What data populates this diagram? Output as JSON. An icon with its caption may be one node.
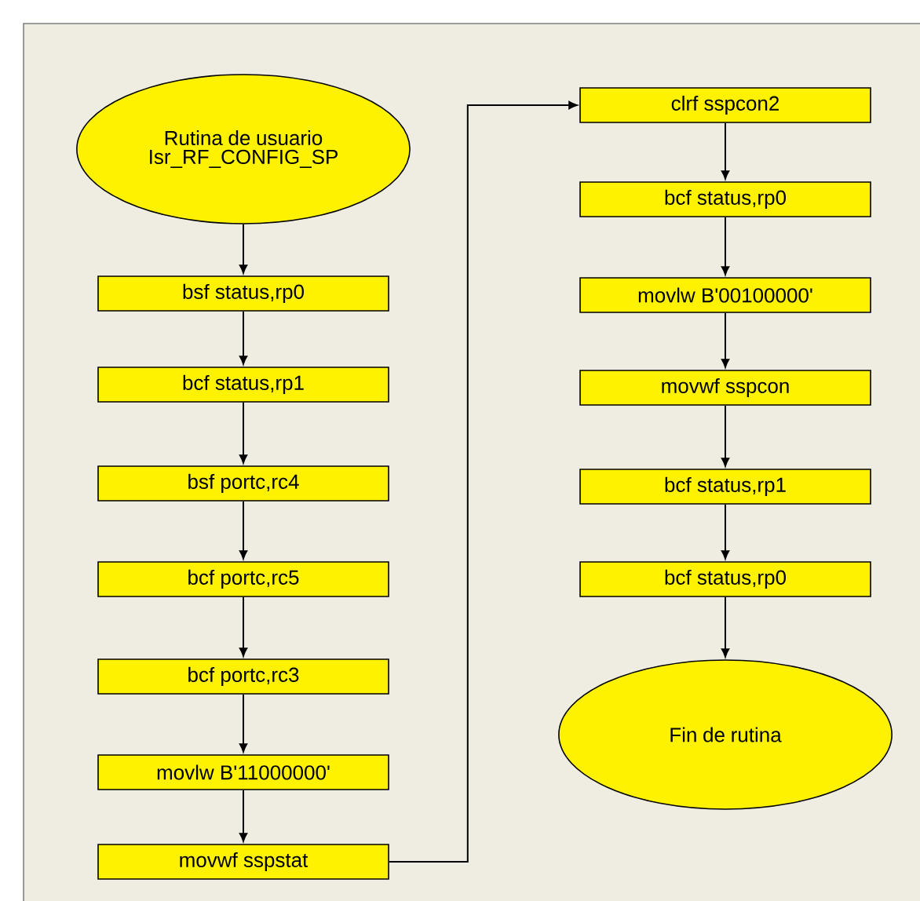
{
  "diagram": {
    "nodes": [
      {
        "text": [
          "Rutina de usuario Isr_RF_CONFIG_SP"
        ]
      },
      {
        "text": [
          "bsf status,rp0"
        ]
      },
      {
        "text": [
          "bcf status,rp1"
        ]
      },
      {
        "text": [
          "bsf portc,rc4"
        ]
      },
      {
        "text": [
          "bcf portc,rc5"
        ]
      },
      {
        "text": [
          "bcf portc,rc3"
        ]
      },
      {
        "text": [
          "movlw B'11000000'"
        ]
      },
      {
        "text": [
          "movwf sspstat"
        ]
      },
      {
        "text": [
          "clrf sspcon2"
        ]
      },
      {
        "text": [
          "bcf status,rp0"
        ]
      },
      {
        "text": [
          "movlw B'00100000'"
        ]
      },
      {
        "text": [
          "movwf sspcon"
        ]
      },
      {
        "text": [
          "bcf status,rp1"
        ]
      },
      {
        "text": [
          "bcf status,rp0"
        ]
      },
      {
        "text": [
          "Fin de rutina"
        ]
      }
    ],
    "edges": [
      {
        "from": 0,
        "to": 1,
        "arrow": "to"
      },
      {
        "from": 1,
        "to": 2,
        "arrow": "to"
      },
      {
        "from": 2,
        "to": 3,
        "arrow": "to"
      },
      {
        "from": 3,
        "to": 4,
        "arrow": "to"
      },
      {
        "from": 4,
        "to": 5,
        "arrow": "to"
      },
      {
        "from": 5,
        "to": 6,
        "arrow": "to"
      },
      {
        "from": 6,
        "to": 7,
        "arrow": "to"
      },
      {
        "from": 7,
        "to": 8,
        "arrow": "to"
      },
      {
        "from": 8,
        "to": 9,
        "arrow": "to"
      },
      {
        "from": 9,
        "to": 10,
        "arrow": "to"
      },
      {
        "from": 10,
        "to": 11,
        "arrow": "to"
      },
      {
        "from": 11,
        "to": 12,
        "arrow": "to"
      },
      {
        "from": 12,
        "to": 13,
        "arrow": "to"
      },
      {
        "from": 13,
        "to": 14,
        "arrow": "to"
      }
    ]
  }
}
